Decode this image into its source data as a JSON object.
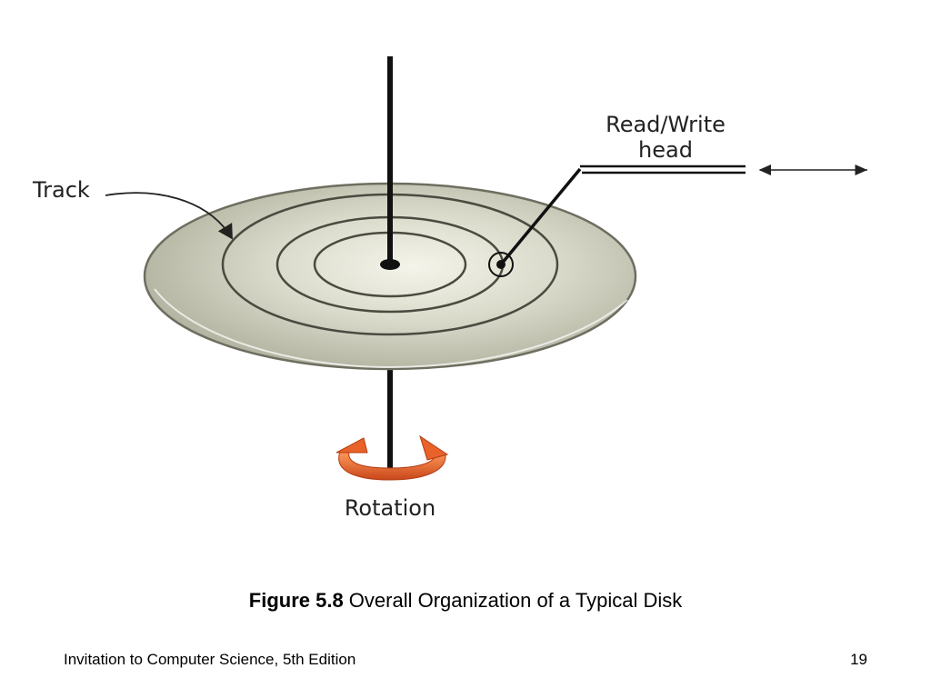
{
  "diagram": {
    "labels": {
      "track": "Track",
      "read_write_line1": "Read/Write",
      "read_write_line2": "head",
      "rotation": "Rotation"
    },
    "colors": {
      "disk_fill": "#c9c9b8",
      "track_line": "#4a4a40",
      "spindle": "#111111",
      "rotation_arrow": "#e8622a"
    },
    "icons": [
      "disk-platter",
      "spindle",
      "read-write-head",
      "rotation-arrow-icon",
      "double-arrow-icon"
    ]
  },
  "caption": {
    "figure_number": "Figure 5.8",
    "figure_title": " Overall Organization of a Typical Disk"
  },
  "footer": {
    "book_title": "Invitation to Computer Science, 5th Edition",
    "page_number": "19"
  }
}
